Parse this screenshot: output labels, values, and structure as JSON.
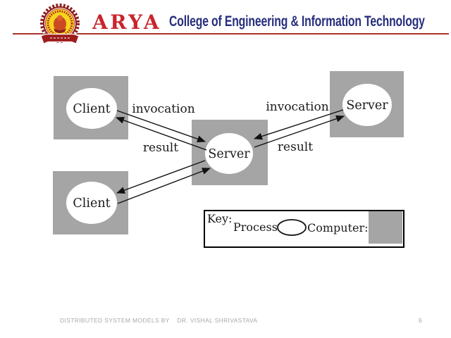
{
  "header": {
    "brand": "ARYA",
    "title": "College of Engineering & Information Technology",
    "brand_color": "#c9252b",
    "title_color": "#272e7d",
    "rule_color": "#a8342c",
    "logo": "arya-college-emblem"
  },
  "diagram": {
    "nodes": [
      {
        "id": "client-top",
        "label": "Client"
      },
      {
        "id": "client-bottom",
        "label": "Client"
      },
      {
        "id": "server-center",
        "label": "Server"
      },
      {
        "id": "server-right",
        "label": "Server"
      }
    ],
    "edges": [
      {
        "from": "client-top",
        "to": "server-center",
        "label": "invocation"
      },
      {
        "from": "server-center",
        "to": "client-top",
        "label": "result"
      },
      {
        "from": "client-bottom",
        "to": "server-center",
        "label": "invocation"
      },
      {
        "from": "server-center",
        "to": "client-bottom",
        "label": "result"
      },
      {
        "from": "server-center",
        "to": "server-right",
        "label": "invocation"
      },
      {
        "from": "server-right",
        "to": "server-center",
        "label": "result"
      }
    ],
    "arrow_labels": {
      "left_invocation": "invocation",
      "left_result": "result",
      "right_invocation": "invocation",
      "right_result": "result"
    },
    "key": {
      "title": "Key:",
      "process_label": "Process:",
      "computer_label": "Computer:"
    },
    "computer_fill": "#a5a5a5",
    "process_fill": "#ffffff"
  },
  "footer": {
    "credit": "DISTRIBUTED SYSTEM MODELS BY    DR. VISHAL SHRIVASTAVA",
    "page_number": "6"
  }
}
